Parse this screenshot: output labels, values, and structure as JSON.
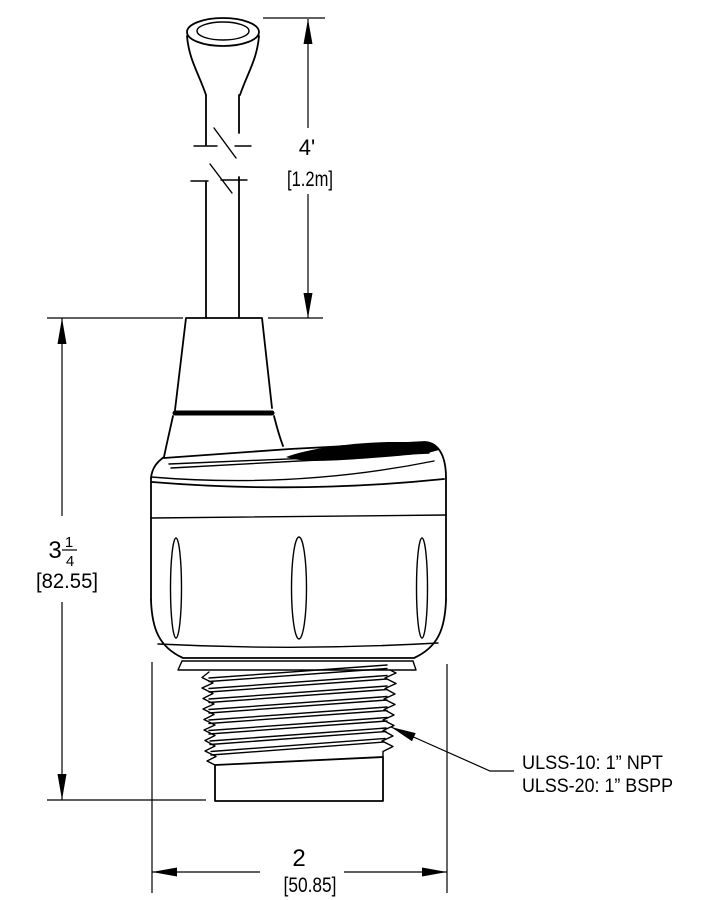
{
  "drawing": {
    "background": "#ffffff",
    "line_color": "#000000"
  },
  "dimensions": {
    "cable_length": {
      "imperial": "4'",
      "metric": "[1.2m]"
    },
    "body_height": {
      "whole": "3",
      "fraction_numerator": "1",
      "fraction_denominator": "4",
      "metric": "[82.55]"
    },
    "body_width": {
      "imperial": "2",
      "metric": "[50.85]"
    }
  },
  "thread_note": {
    "line1": "ULSS-10: 1” NPT",
    "line2": "ULSS-20: 1” BSPP"
  }
}
